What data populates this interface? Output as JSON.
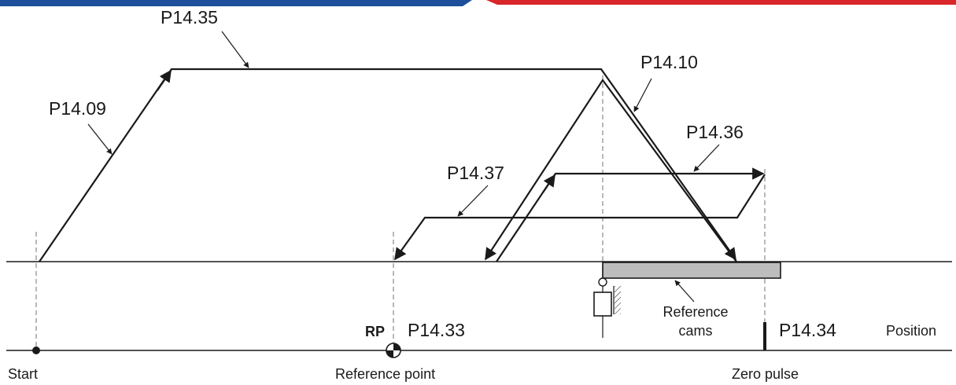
{
  "colors": {
    "top_bar_left": "#1d4f9c",
    "top_bar_right": "#d9262a",
    "cam_fill": "#bdbdbd",
    "line": "#1a1a1a",
    "guide": "#8a8a8a"
  },
  "parameters": {
    "p1435": "P14.35",
    "p1409": "P14.09",
    "p1410": "P14.10",
    "p1436": "P14.36",
    "p1437": "P14.37",
    "p1433": "P14.33",
    "p1434": "P14.34"
  },
  "labels": {
    "rp": "RP",
    "reference_cams_line1": "Reference",
    "reference_cams_line2": "cams",
    "position": "Position",
    "start": "Start",
    "reference_point": "Reference point",
    "zero_pulse": "Zero pulse"
  }
}
